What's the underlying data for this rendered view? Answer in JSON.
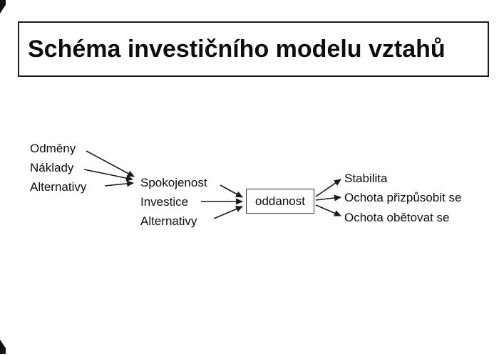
{
  "title": "Schéma investičního modelu vztahů",
  "diagram": {
    "left_factors": [
      "Odměny",
      "Náklady",
      "Alternativy"
    ],
    "middle_factors": [
      "Spokojenost",
      "Investice",
      "Alternativy"
    ],
    "center_node": "oddanost",
    "outcomes": [
      "Stabilita",
      "Ochota přizpůsobit se",
      "Ochota obětovat se"
    ]
  },
  "colors": {
    "background": "#ffffff",
    "line": "#1a1a1a",
    "text": "#0d0d0d",
    "title_border": "#1a1a1a"
  }
}
